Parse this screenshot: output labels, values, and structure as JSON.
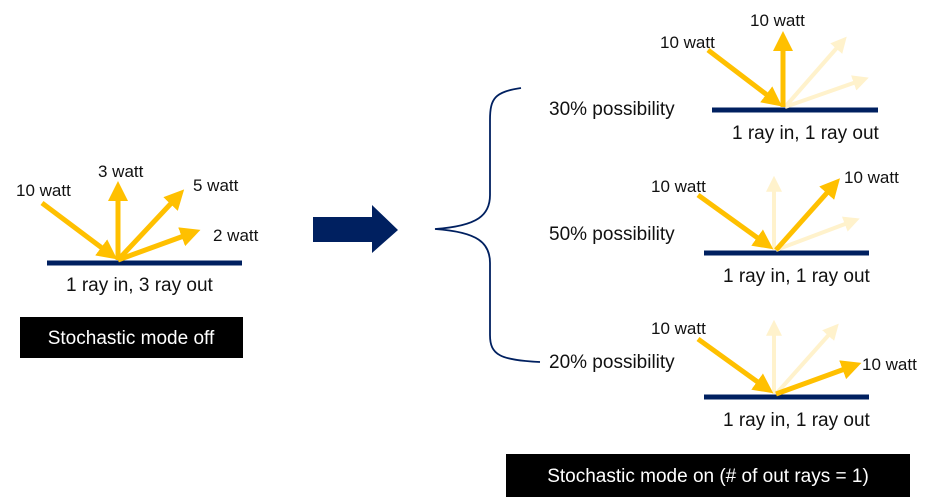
{
  "colors": {
    "ray": "#FFC000",
    "ray_faded": "#FFF2CC",
    "surface": "#002060",
    "box": "#000000"
  },
  "left": {
    "in_label": "10 watt",
    "out_labels": [
      "3 watt",
      "5 watt",
      "2 watt"
    ],
    "caption": "1 ray in, 3 ray out",
    "mode_label": "Stochastic mode off"
  },
  "right": {
    "cases": [
      {
        "possibility": "30% possibility",
        "in_label": "10 watt",
        "out_label": "10 watt",
        "caption": "1 ray in, 1 ray out"
      },
      {
        "possibility": "50% possibility",
        "in_label": "10 watt",
        "out_label": "10 watt",
        "caption": "1 ray in, 1 ray out"
      },
      {
        "possibility": "20% possibility",
        "in_label": "10 watt",
        "out_label": "10 watt",
        "caption": "1 ray in, 1 ray out"
      }
    ],
    "mode_label": "Stochastic mode on (# of out rays = 1)"
  }
}
